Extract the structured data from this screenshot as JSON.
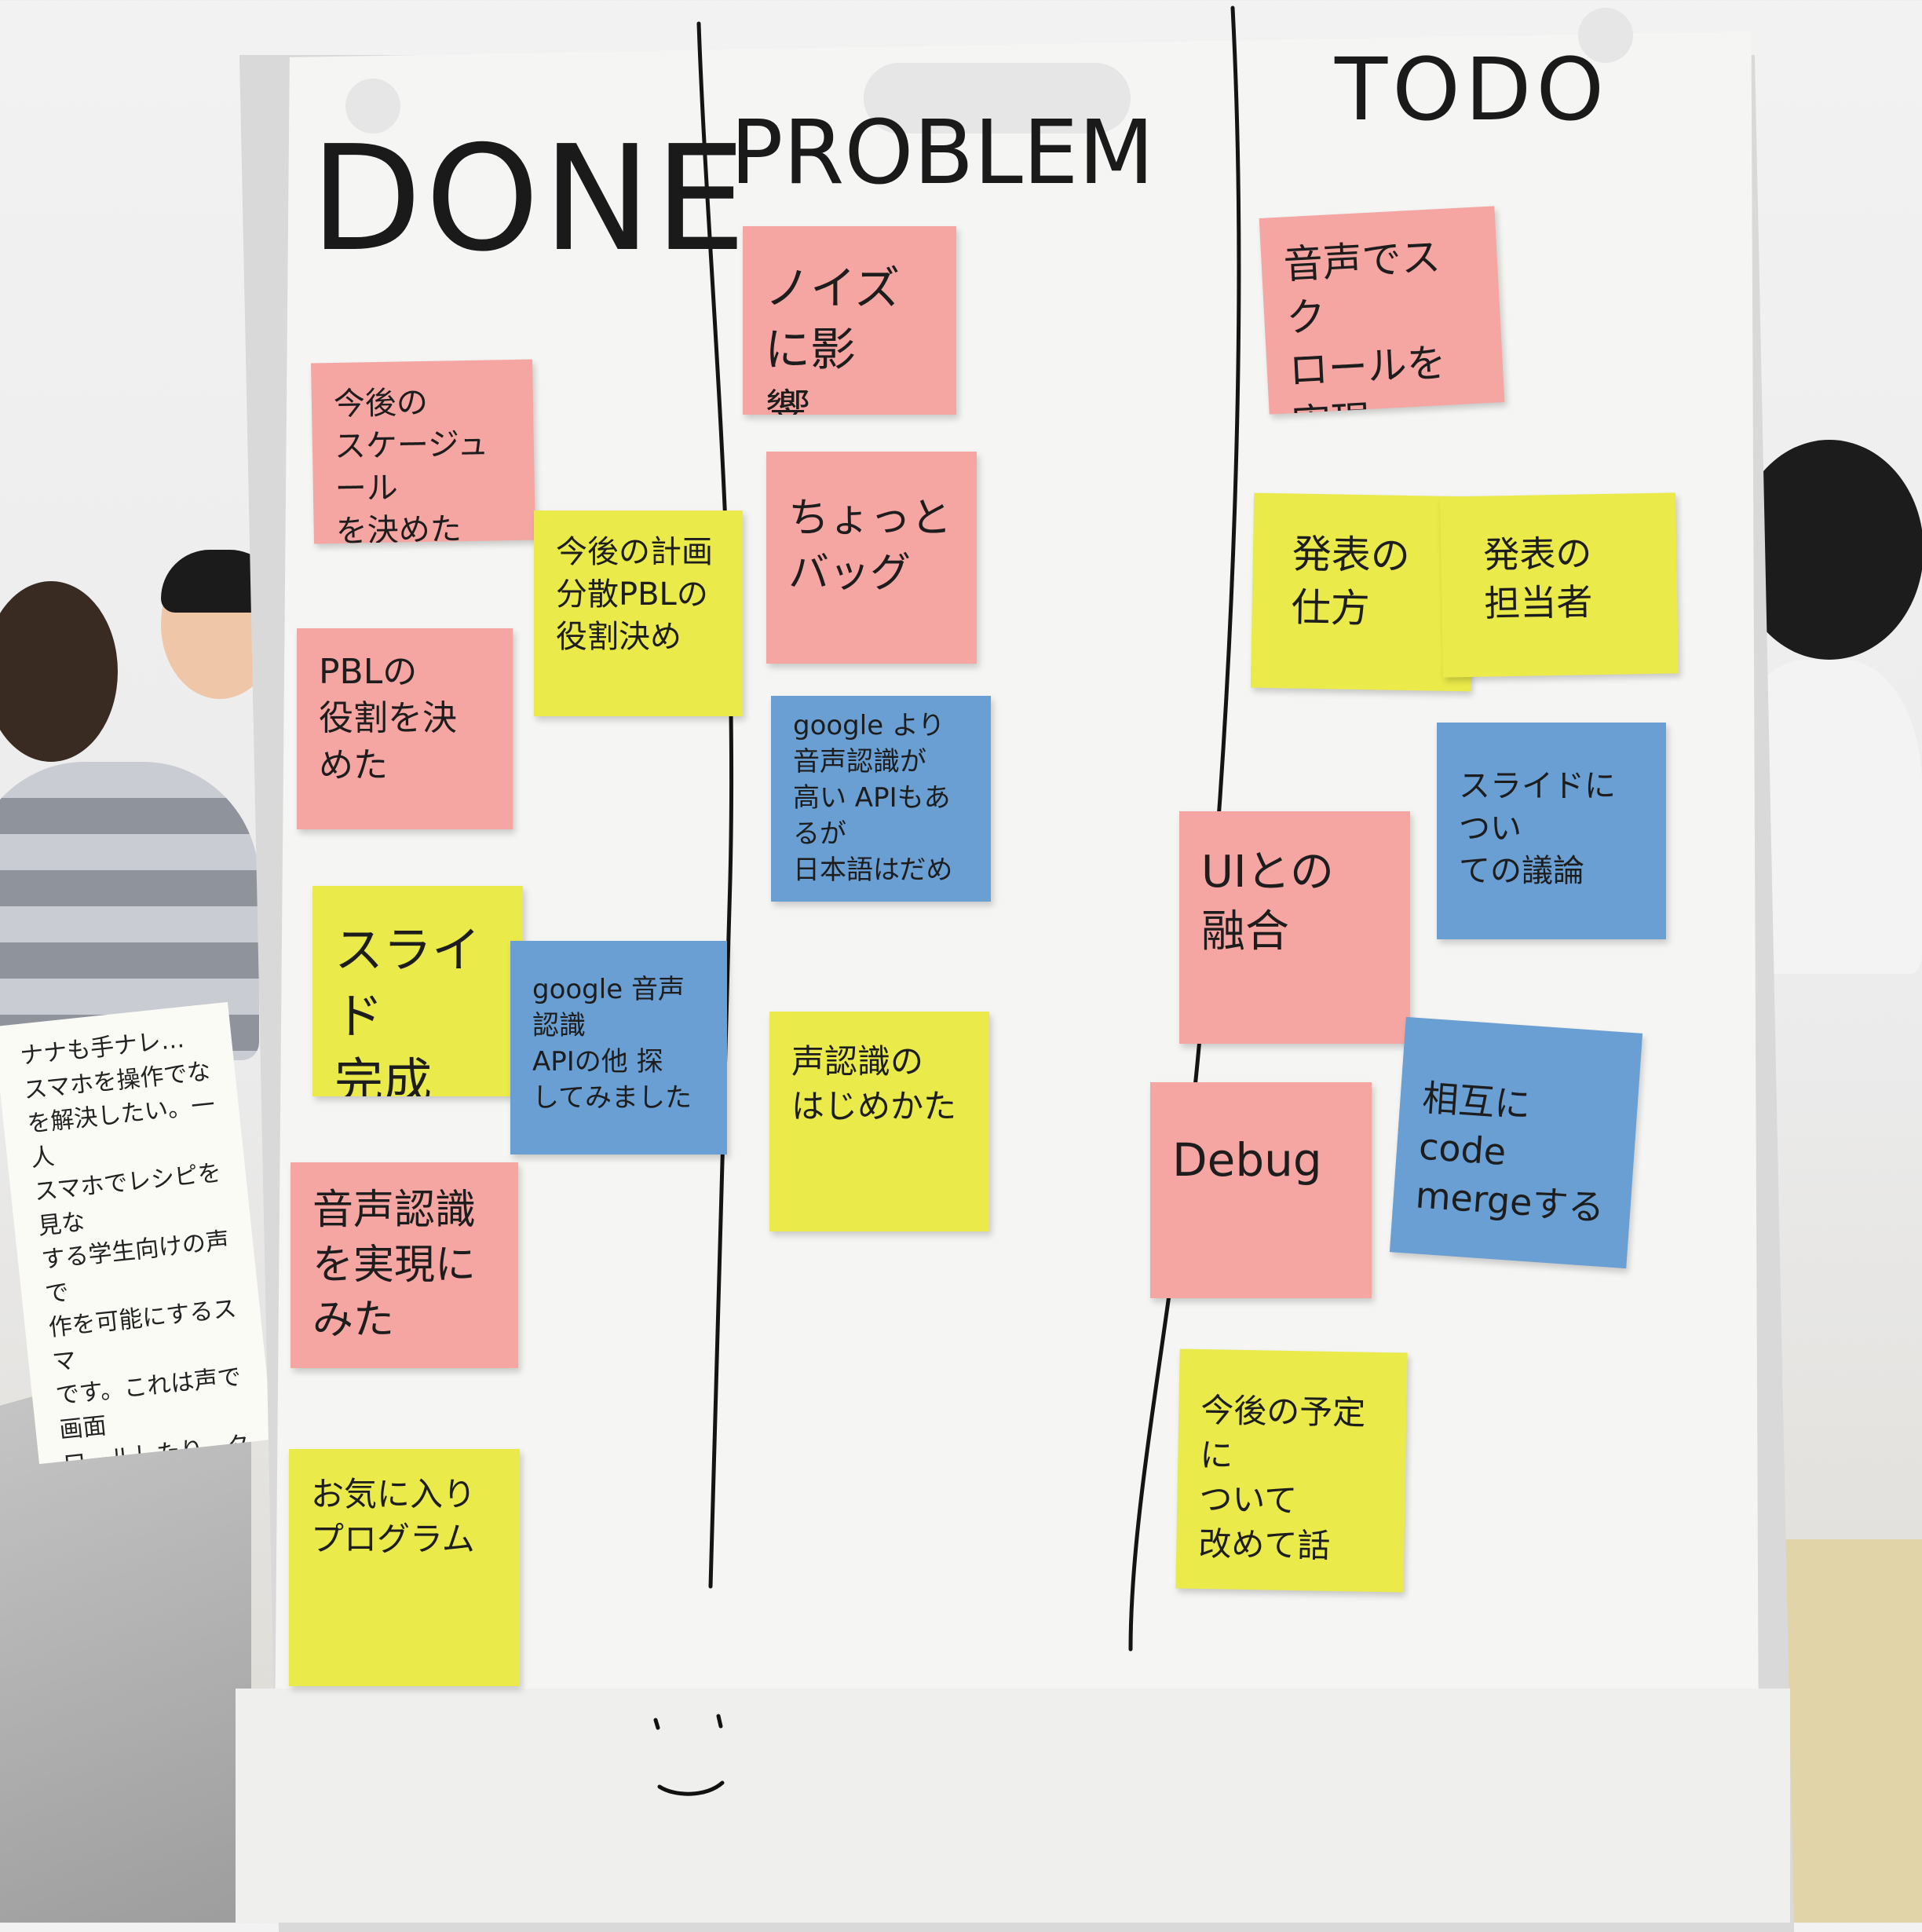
{
  "board": {
    "columns": [
      {
        "header": "DONE"
      },
      {
        "header": "PROBLEM"
      },
      {
        "header": "TODO"
      }
    ],
    "notes": {
      "done": [
        {
          "text": "今後の\nスケージュール\nを決めた",
          "color": "pink"
        },
        {
          "text": "今後の計画\n分散PBLの\n役割決め",
          "color": "yellow"
        },
        {
          "text": "PBLの\n役割を決\nめた",
          "color": "pink"
        },
        {
          "text": "スライド\n完成",
          "color": "yellow"
        },
        {
          "text": "google 音声認識\nAPIの他 探\nしてみました",
          "color": "blue"
        },
        {
          "text": "音声認識\nを実現に\nみた",
          "color": "pink"
        },
        {
          "text": "お気に入り\nプログラム",
          "color": "yellow"
        }
      ],
      "problem": [
        {
          "text": "ノイズに影\n響",
          "color": "pink"
        },
        {
          "text": "ちょっと\nバッグ",
          "color": "pink"
        },
        {
          "text": "google より\n音声認識が\n高い APIもあるが\n日本語はだめ",
          "color": "blue"
        },
        {
          "text": "声認識の\nはじめかた",
          "color": "yellow"
        }
      ],
      "todo": [
        {
          "text": "音声でスク\nロールを実現",
          "color": "pink"
        },
        {
          "text": "発表の\n仕方",
          "color": "yellow"
        },
        {
          "text": "発表の\n担当者",
          "color": "yellow"
        },
        {
          "text": "スライドについ\nての議論",
          "color": "blue"
        },
        {
          "text": "UIとの\n融合",
          "color": "pink"
        },
        {
          "text": "Debug",
          "color": "pink"
        },
        {
          "text": "相互にcode\nmergeする",
          "color": "blue"
        },
        {
          "text": "今後の予定に\nついて\n改めて話",
          "color": "yellow"
        }
      ]
    }
  },
  "paper_sheet": {
    "text": "ナナも手ナレ…\nスマホを操作でな\nを解決したい。一人\nスマホでレシピを見な\nする学生向けの声で\n作を可能にするスマ\nです。これは声で画面\nロールしたり、タイマー\nでき、レシピ本や既存\nとは違い、手が汚\n使えます。"
  },
  "colors": {
    "pink": "#f5a6a3",
    "yellow": "#eaea4a",
    "blue": "#6a9fd3",
    "ink": "#141414"
  }
}
